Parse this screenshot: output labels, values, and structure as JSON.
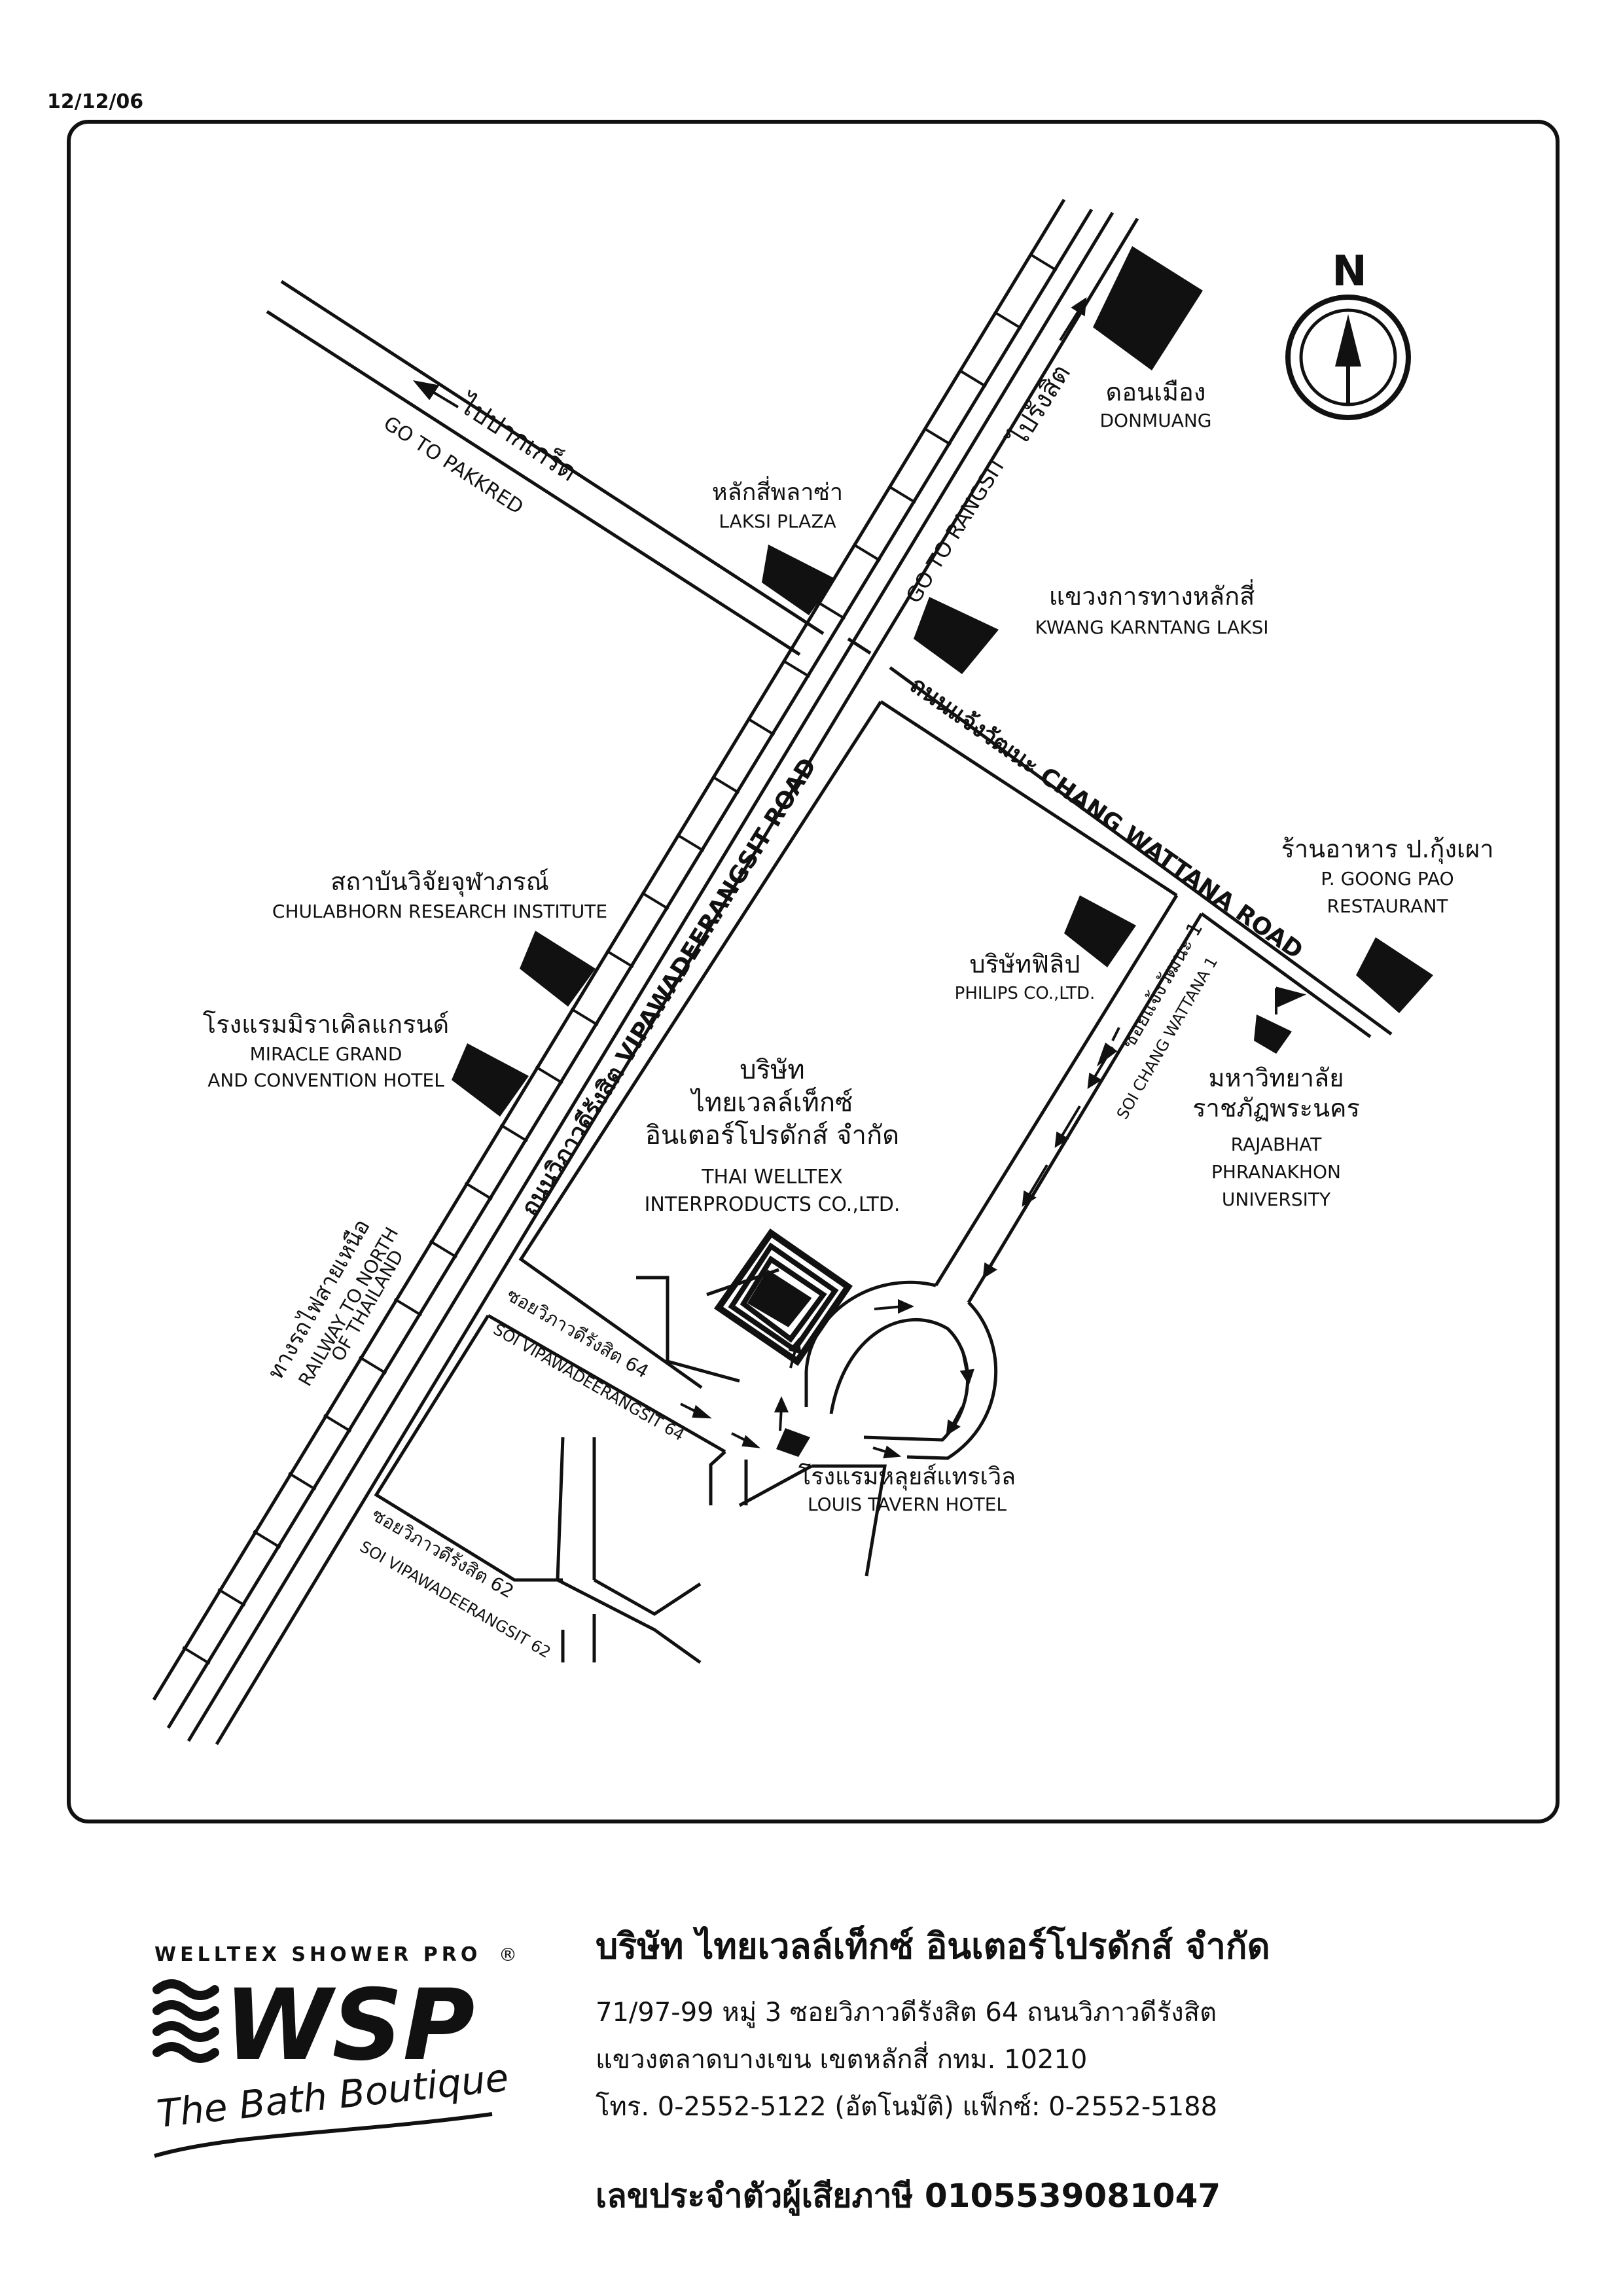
{
  "date": "12/12/06",
  "compass": {
    "letter": "N"
  },
  "roads": {
    "pakkred_th": "ไปปากเกร็ด",
    "pakkred_en": "GO TO PAKKRED",
    "rangsit_th": "ไปรังสิต",
    "rangsit_en": "GO TO RANGSIT",
    "vipawadee": "ถนนวิภาวดีรังสิต VIPAWADEERANGSIT ROAD",
    "chang_wattana": "ถนนแจ้งวัฒนะ CHANG WATTANA ROAD",
    "soi_cw1_th": "ซอยแจ้งวัฒนะ 1",
    "soi_cw1_en": "SOI CHANG WATTANA 1",
    "soi64_th": "ซอยวิภาวดีรังสิต 64",
    "soi64_en": "SOI VIPAWADEERANGSIT 64",
    "soi62_th": "ซอยวิภาวดีรังสิต 62",
    "soi62_en": "SOI VIPAWADEERANGSIT 62",
    "railway_th": "ทางรถไฟสายเหนือ",
    "railway_en1": "RAILWAY TO NORTH",
    "railway_en2": "OF THAILAND"
  },
  "places": {
    "donmuang_th": "ดอนเมือง",
    "donmuang_en": "DONMUANG",
    "laksi_th": "หลักสี่พลาซ่า",
    "laksi_en": "LAKSI PLAZA",
    "kwang_th": "แขวงการทางหลักสี่",
    "kwang_en": "KWANG KARNTANG LAKSI",
    "goongpao_th": "ร้านอาหาร ป.กุ้งเผา",
    "goongpao_en1": "P. GOONG PAO",
    "goongpao_en2": "RESTAURANT",
    "chula_th": "สถาบันวิจัยจุฬาภรณ์",
    "chula_en": "CHULABHORN RESEARCH INSTITUTE",
    "philips_th": "บริษัทฟิลิป",
    "philips_en": "PHILIPS CO.,LTD.",
    "miracle_th": "โรงแรมมิราเคิลแกรนด์",
    "miracle_en1": "MIRACLE GRAND",
    "miracle_en2": "AND CONVENTION HOTEL",
    "welltex_th1": "บริษัท",
    "welltex_th2": "ไทยเวลล์เท็กซ์",
    "welltex_th3": "อินเตอร์โปรดักส์ จำกัด",
    "welltex_en1": "THAI WELLTEX",
    "welltex_en2": "INTERPRODUCTS CO.,LTD.",
    "rajabhat_th1": "มหาวิทยาลัย",
    "rajabhat_th2": "ราชภัฏพระนคร",
    "rajabhat_en1": "RAJABHAT",
    "rajabhat_en2": "PHRANAKHON",
    "rajabhat_en3": "UNIVERSITY",
    "louis_th": "โรงแรมหลุยส์แทรเวิล",
    "louis_en": "LOUIS TAVERN HOTEL"
  },
  "logo": {
    "brand": "WELLTEX SHOWER PRO",
    "registered": "®",
    "mark": "WSP",
    "tagline": "The Bath Boutique"
  },
  "footer": {
    "company": "บริษัท ไทยเวลล์เท็กซ์ อินเตอร์โปรดักส์ จำกัด",
    "address1": "71/97-99 หมู่ 3 ซอยวิภาวดีรังสิต 64   ถนนวิภาวดีรังสิต",
    "address2": "แขวงตลาดบางเขน เขตหลักสี่ กทม. 10210",
    "phone": "โทร. 0-2552-5122 (อัตโนมัติ) แฟ็กซ์: 0-2552-5188",
    "tax": "เลขประจำตัวผู้เสียภาษี 0105539081047"
  },
  "colors": {
    "ink": "#111111",
    "paper": "#ffffff"
  }
}
